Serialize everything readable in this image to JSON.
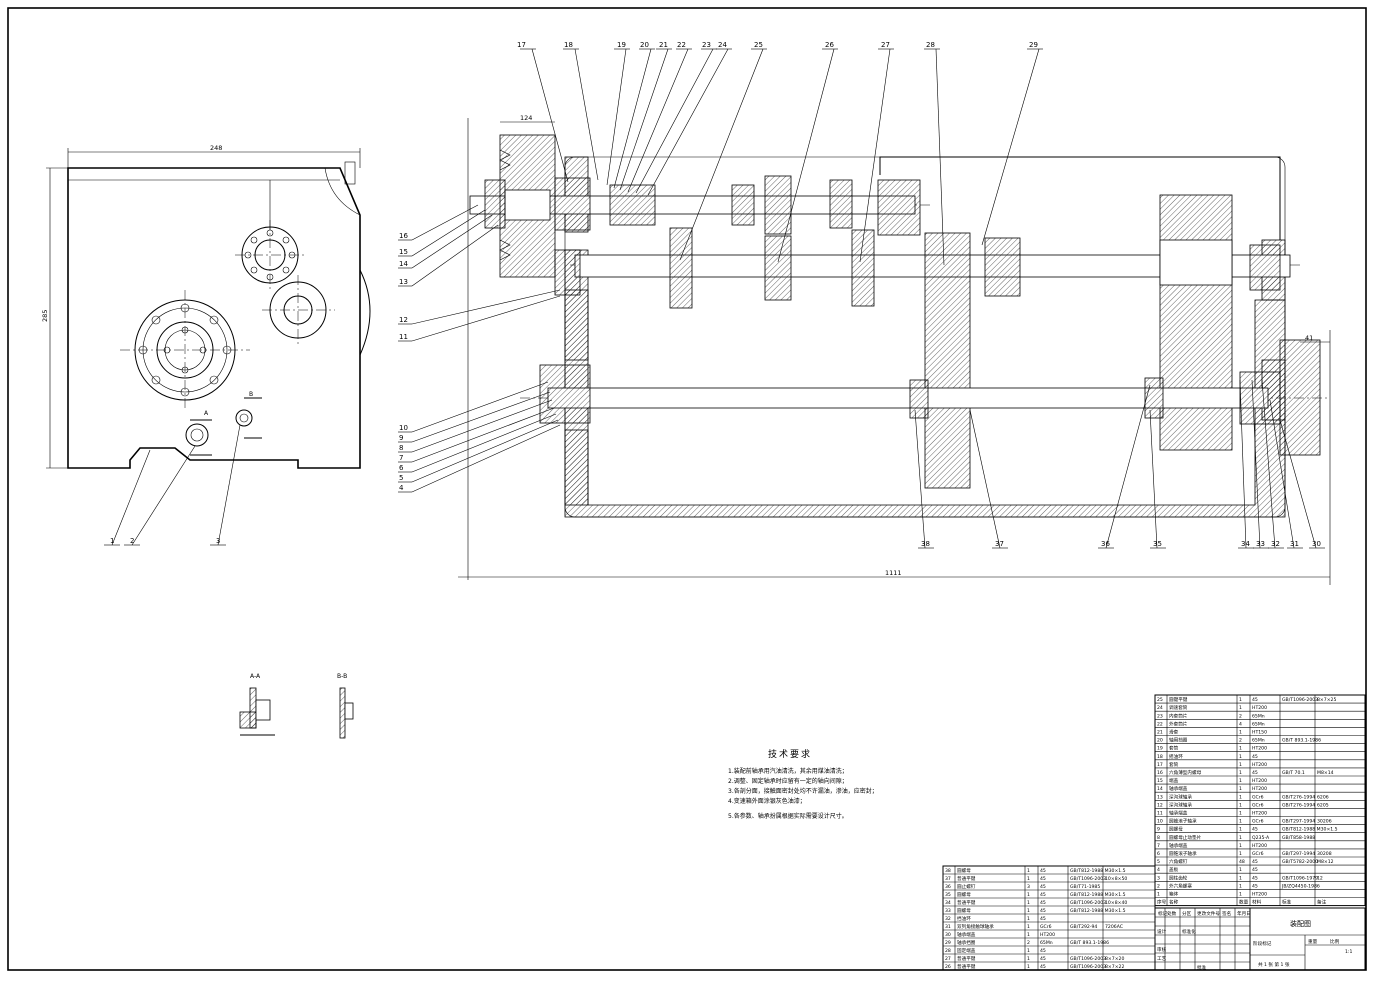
{
  "drawing": {
    "dimensions": {
      "side_width": "248",
      "side_height": "285",
      "pulley_width": "124",
      "overall_length": "1111",
      "shaft_height": "41"
    },
    "section_labels": {
      "a": "A",
      "b": "B",
      "aa": "A-A",
      "bb": "B-B"
    },
    "leaders_top": [
      "17",
      "18",
      "19",
      "20",
      "21",
      "22",
      "23",
      "24",
      "25",
      "26",
      "27",
      "28",
      "29"
    ],
    "leaders_left": [
      "16",
      "15",
      "14",
      "13",
      "12",
      "11",
      "10",
      "9",
      "8",
      "7",
      "6",
      "5",
      "4"
    ],
    "leaders_bottom": [
      "38",
      "37",
      "36",
      "35",
      "34",
      "33",
      "32",
      "31",
      "30"
    ],
    "leaders_side": [
      "1",
      "2",
      "3"
    ]
  },
  "tech_requirements": {
    "title": "技术要求",
    "items": [
      "1.装配前轴承用汽油清洗，其余用煤油清洗；",
      "2.调整、固定轴承时应留有一定的轴向间隙；",
      "3.各剖分面，接触面密封处均不许漏油，渗油，应密封；",
      "4.变速箱外面涂银灰色油漆；",
      "5.各参数、轴承扮属根据实际需要设计尺寸。"
    ]
  },
  "bom_upper": [
    [
      "25",
      "圆键平键",
      "1",
      "45",
      "GB/T1096-2003",
      "8×7×25"
    ],
    [
      "24",
      "调速套筒",
      "1",
      "HT200",
      "",
      ""
    ],
    [
      "23",
      "内套筒片",
      "2",
      "65Mn",
      "",
      ""
    ],
    [
      "22",
      "外套筒片",
      "4",
      "65Mn",
      "",
      ""
    ],
    [
      "21",
      "滑套",
      "1",
      "HT150",
      "",
      ""
    ],
    [
      "20",
      "轴用挡圈",
      "2",
      "65Mn",
      "GB/T 893.1-1986",
      ""
    ],
    [
      "19",
      "套筒",
      "1",
      "HT200",
      "",
      ""
    ],
    [
      "18",
      "摇油环",
      "1",
      "45",
      "",
      ""
    ],
    [
      "17",
      "套筒",
      "1",
      "HT200",
      "",
      ""
    ],
    [
      "16",
      "六角薄型内螺母",
      "1",
      "45",
      "GB/T 70.1",
      "M8×14"
    ],
    [
      "15",
      "端盖",
      "1",
      "HT200",
      "",
      ""
    ],
    [
      "14",
      "轴承端盖",
      "1",
      "HT200",
      "",
      ""
    ],
    [
      "13",
      "深沟球轴承",
      "1",
      "GCr6",
      "GB/T276-1994",
      "6206"
    ],
    [
      "12",
      "深沟球轴承",
      "1",
      "GCr6",
      "GB/T276-1994",
      "6205"
    ],
    [
      "11",
      "轴承端盖",
      "1",
      "HT200",
      "",
      ""
    ],
    [
      "10",
      "圆锥滚子轴承",
      "1",
      "GCr6",
      "GB/T297-1994",
      "30206"
    ],
    [
      "9",
      "圆螺母",
      "1",
      "45",
      "GB/T812-1988 M30×1.5",
      ""
    ],
    [
      "8",
      "圆螺母止动垫片",
      "1",
      "Q235-A",
      "GB/T858-1988",
      ""
    ],
    [
      "7",
      "轴承端盖",
      "1",
      "HT200",
      "",
      ""
    ],
    [
      "6",
      "圆锥滚子轴承",
      "1",
      "GCr6",
      "GB/T297-1994",
      "30208"
    ],
    [
      "5",
      "六角螺钉",
      "48",
      "45",
      "GB/T5782-2000",
      "M8×12"
    ],
    [
      "4",
      "盖板",
      "1",
      "45",
      "",
      ""
    ],
    [
      "3",
      "圆柱齿轮",
      "1",
      "45",
      "GB/T1096-1979",
      "12"
    ],
    [
      "2",
      "外六角螺塞",
      "1",
      "45",
      "JB/ZQ4450-1986",
      ""
    ],
    [
      "1",
      "箱体",
      "1",
      "HT200",
      "",
      ""
    ]
  ],
  "bom_upper_header": [
    "序号",
    "名称",
    "数量",
    "材料",
    "标准",
    "备注"
  ],
  "bom_lower": [
    [
      "38",
      "圆螺母",
      "1",
      "45",
      "GB/T812-1988 M30×1.5",
      ""
    ],
    [
      "37",
      "普通平键",
      "1",
      "45",
      "GB/T1096-2003",
      "10×8×50"
    ],
    [
      "36",
      "圆止螺钉",
      "3",
      "45",
      "GB/T71-1985",
      ""
    ],
    [
      "35",
      "圆螺母",
      "1",
      "45",
      "GB/T812-1988 M30×1.5",
      ""
    ],
    [
      "34",
      "普通平键",
      "1",
      "45",
      "GB/T1096-2003",
      "10×8×40"
    ],
    [
      "33",
      "圆螺母",
      "1",
      "45",
      "GB/T812-1988 M30×1.5",
      ""
    ],
    [
      "32",
      "挡油环",
      "1",
      "45",
      "",
      ""
    ],
    [
      "31",
      "双列角接触球轴承",
      "1",
      "GCr6",
      "GB/T292-94",
      "7206AC"
    ],
    [
      "30",
      "轴承端盖",
      "1",
      "HT200",
      "",
      ""
    ],
    [
      "29",
      "轴承挡圈",
      "2",
      "65Mn",
      "GB/T 893.1-1986",
      ""
    ],
    [
      "28",
      "固定端盖",
      "1",
      "45",
      "",
      ""
    ],
    [
      "27",
      "普通平键",
      "1",
      "45",
      "GB/T1096-2003",
      "8×7×20"
    ],
    [
      "26",
      "普通平键",
      "1",
      "45",
      "GB/T1096-2003",
      "8×7×22"
    ]
  ],
  "title_block": {
    "drawing_name": "装配图",
    "sheet_info": "共 1 张  第 1 张",
    "scale_label": "比例",
    "scale_value": "1:1",
    "weight_label": "重量",
    "stage_label": "阶段标记",
    "cells": [
      "标记",
      "处数",
      "分区",
      "更改文件号",
      "签名",
      "年月日",
      "设计",
      "标准化",
      "审核",
      "工艺",
      "批准"
    ]
  }
}
